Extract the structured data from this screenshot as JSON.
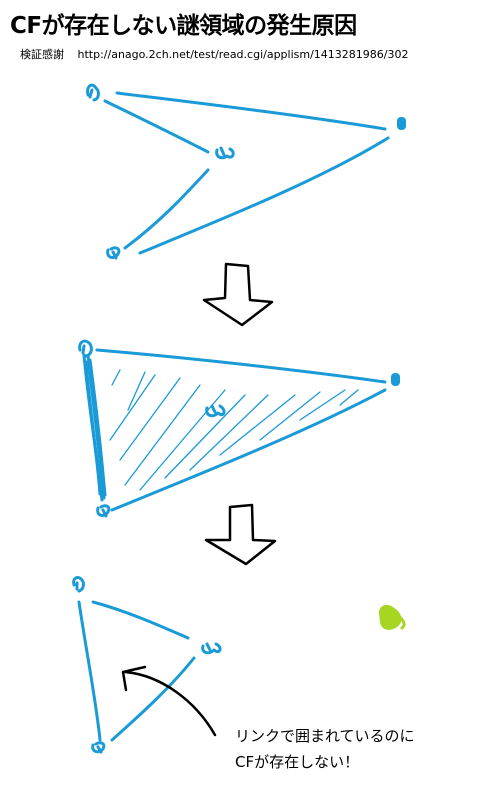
{
  "title": "CFが存在しない謎領域の発生原因",
  "credit": {
    "label": "検証感謝",
    "url": "http://anago.2ch.net/test/read.cgi/applism/1413281986/302"
  },
  "note": {
    "line1": "リンクで囲まれているのに",
    "line2": "CFが存在しない！"
  },
  "colors": {
    "link": "#1a9ad6",
    "unlinked_portal": "#a6d622",
    "arrow": "#000000"
  }
}
